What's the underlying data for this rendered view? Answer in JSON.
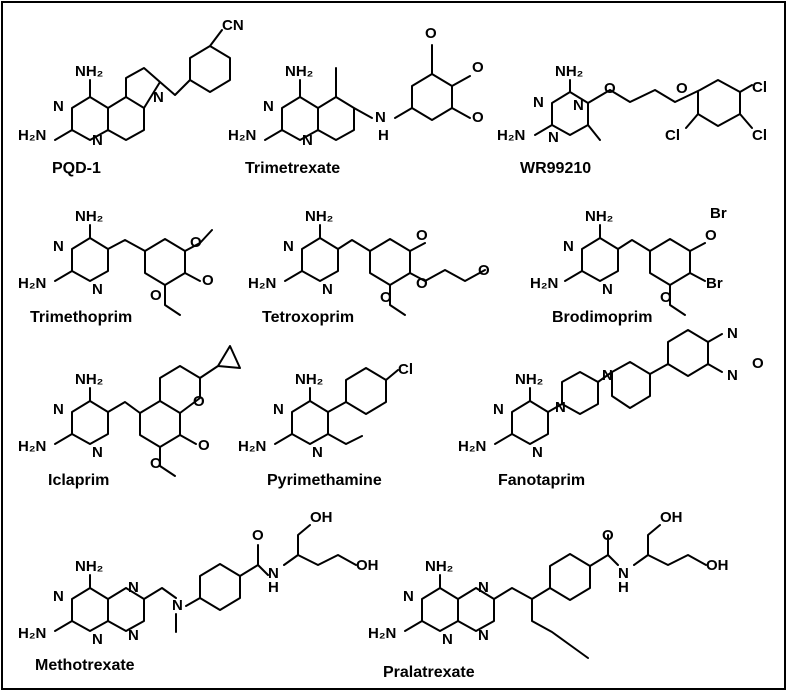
{
  "compounds": [
    {
      "name": "PQD-1"
    },
    {
      "name": "Trimetrexate"
    },
    {
      "name": "WR99210"
    },
    {
      "name": "Trimethoprim"
    },
    {
      "name": "Tetroxoprim"
    },
    {
      "name": "Brodimoprim"
    },
    {
      "name": "Iclaprim"
    },
    {
      "name": "Pyrimethamine"
    },
    {
      "name": "Fanotaprim"
    },
    {
      "name": "Methotrexate"
    },
    {
      "name": "Pralatrexate"
    }
  ],
  "atoms": {
    "nh2": "NH₂",
    "h2n": "H₂N",
    "n": "N",
    "o": "O",
    "h": "H",
    "cl": "Cl",
    "br": "Br",
    "cn": "CN",
    "oh": "OH"
  }
}
